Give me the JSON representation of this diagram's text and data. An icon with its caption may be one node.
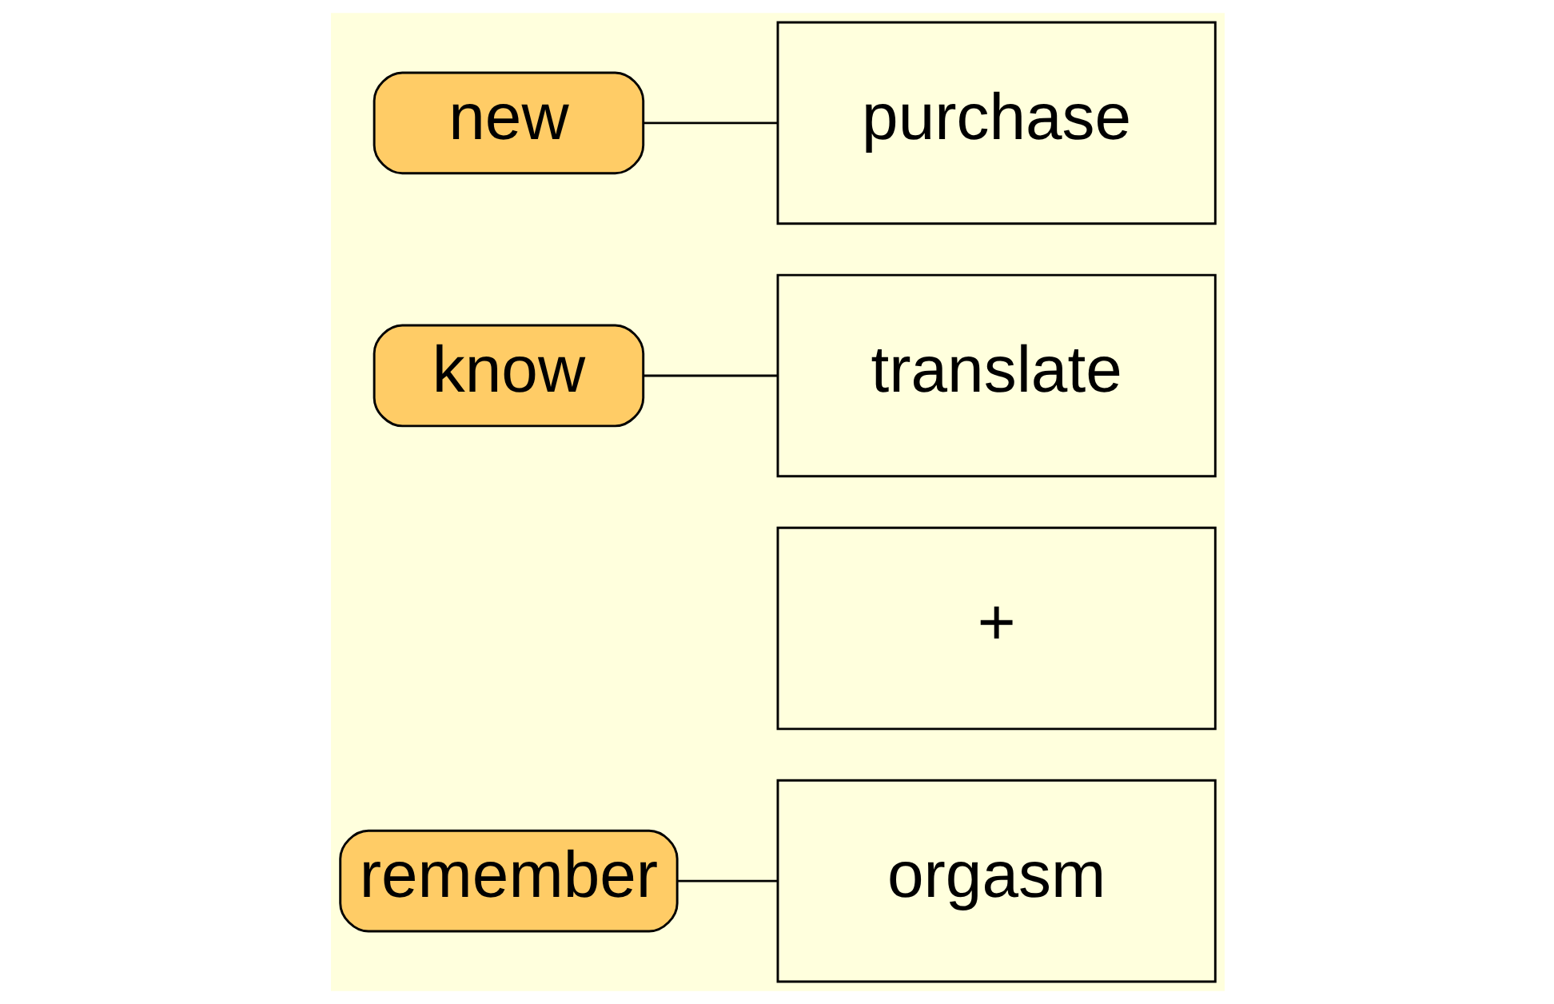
{
  "diagram": {
    "nodes": [
      {
        "text": [
          "orgasm"
        ]
      },
      {
        "text": [
          "+"
        ]
      },
      {
        "text": [
          "translate"
        ]
      },
      {
        "text": [
          "purchase"
        ]
      },
      {
        "text": [
          "remember"
        ]
      },
      {
        "text": [
          "know"
        ]
      },
      {
        "text": [
          "new"
        ]
      }
    ],
    "edges": [
      {
        "from": 4,
        "to": 0,
        "arrow": "none"
      },
      {
        "from": 5,
        "to": 2,
        "arrow": "none"
      },
      {
        "from": 6,
        "to": 3,
        "arrow": "none"
      }
    ]
  }
}
